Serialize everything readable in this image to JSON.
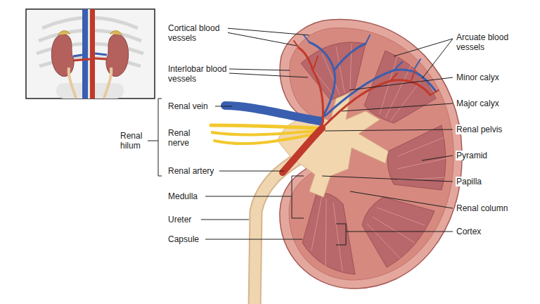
{
  "diagram": {
    "labels": [
      "Cortical blood vessels",
      "Interlobar blood vessels",
      "Renal vein",
      "Renal nerve",
      "Renal hilum",
      "Renal artery",
      "Medulla",
      "Ureter",
      "Capsule",
      "Arcuate blood vessels",
      "Minor calyx",
      "Major calyx",
      "Renal pelvis",
      "Pyramid",
      "Papilla",
      "Renal column",
      "Cortex"
    ]
  }
}
